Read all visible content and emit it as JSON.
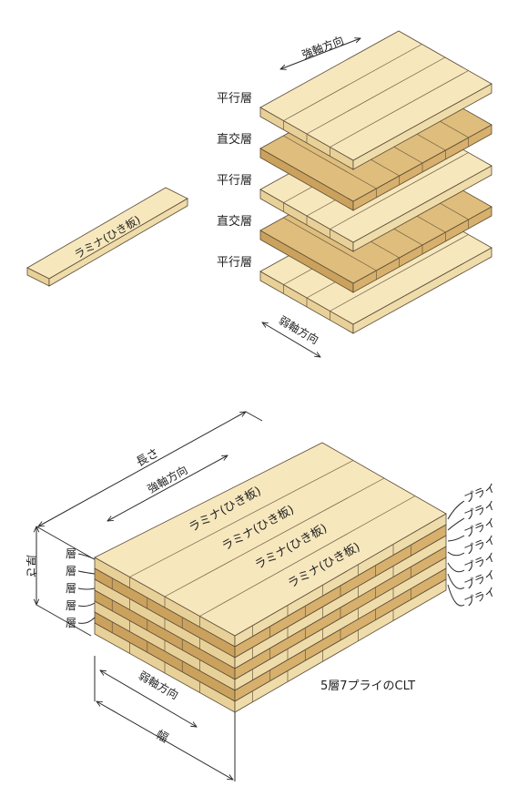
{
  "colors": {
    "light_top": "#f6e7bd",
    "light_side": "#efdcab",
    "light_front": "#e8d199",
    "cross_top": "#dfbd7c",
    "cross_side": "#d6b06c",
    "cross_front": "#caa25d",
    "line": "#2a2a2a"
  },
  "upper": {
    "strong_axis": "強軸方向",
    "weak_axis": "弱軸方向",
    "layers": [
      {
        "label": "平行層",
        "type": "parallel"
      },
      {
        "label": "直交層",
        "type": "cross"
      },
      {
        "label": "平行層",
        "type": "parallel"
      },
      {
        "label": "直交層",
        "type": "cross"
      },
      {
        "label": "平行層",
        "type": "parallel"
      }
    ]
  },
  "lamina": {
    "label": "ラミナ(ひき板)"
  },
  "lower": {
    "length": "長さ",
    "strong_axis": "強軸方向",
    "weak_axis": "弱軸方向",
    "width": "幅",
    "thickness": "厚さ",
    "board_labels": [
      "ラミナ(ひき板)",
      "ラミナ(ひき板)",
      "ラミナ(ひき板)",
      "ラミナ(ひき板)"
    ],
    "layer_labels": [
      "層",
      "層",
      "層",
      "層",
      "層"
    ],
    "ply_labels": [
      "プライ",
      "プライ",
      "プライ",
      "プライ",
      "プライ",
      "プライ",
      "プライ"
    ],
    "caption": "5層7プライのCLT"
  }
}
